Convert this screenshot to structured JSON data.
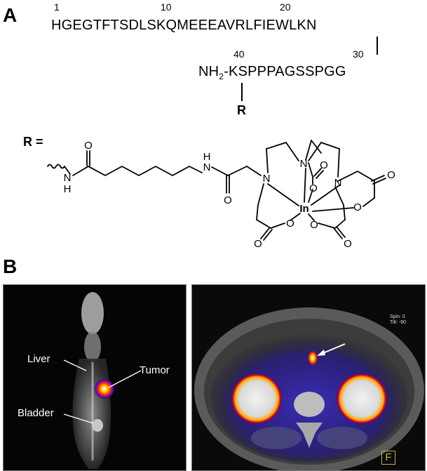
{
  "panel_a": {
    "letter": "A",
    "pos_1": "1",
    "pos_10": "10",
    "pos_20": "20",
    "pos_30": "30",
    "pos_40": "40",
    "sequence_top": "HGEGTFTSDLSKQMEEEAVRLFIEWLKN",
    "nh2": "NH",
    "nh2_sub": "2",
    "sequence_bottom": "-KSPPPAGSSPGG",
    "r_branch": "R",
    "r_def": "R =",
    "atoms": {
      "O": "O",
      "N": "N",
      "H": "H",
      "In": "In"
    }
  },
  "panel_b": {
    "letter": "B",
    "mouse_labels": {
      "liver": "Liver",
      "tumor": "Tumor",
      "bladder": "Bladder"
    },
    "ct_overlay": {
      "spin": "Spin:  0",
      "tilt": "Tilt: -90",
      "marker": "F"
    }
  }
}
